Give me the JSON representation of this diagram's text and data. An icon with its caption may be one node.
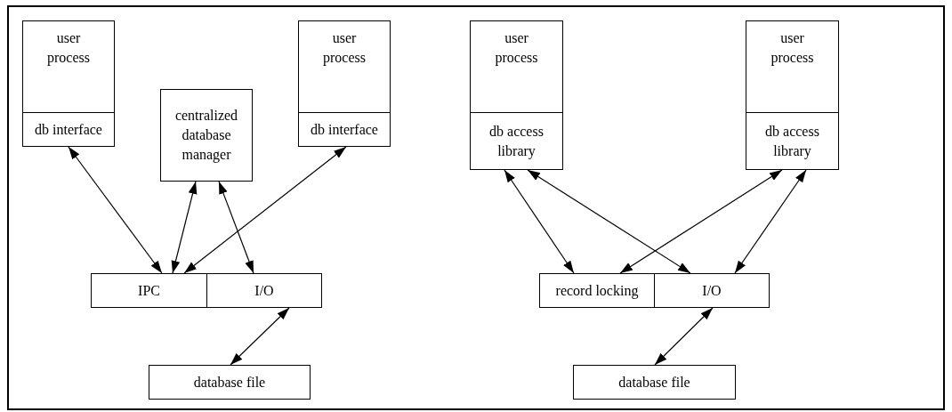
{
  "diagram": {
    "nodes": [
      {
        "text": [
          "user process"
        ]
      },
      {
        "text": [
          "db interface"
        ],
        "in": 0
      },
      {
        "text": [
          "centralized database manager"
        ]
      },
      {
        "text": [
          "user process"
        ]
      },
      {
        "text": [
          "db interface"
        ],
        "in": 3
      },
      {
        "text": [
          "IPC"
        ]
      },
      {
        "text": [
          "I/O"
        ]
      },
      {
        "text": [
          "database file"
        ]
      },
      {
        "text": [
          "user process"
        ]
      },
      {
        "text": [
          "db access library"
        ],
        "in": 8
      },
      {
        "text": [
          "user process"
        ]
      },
      {
        "text": [
          "db access library"
        ],
        "in": 10
      },
      {
        "text": [
          "record locking"
        ]
      },
      {
        "text": [
          "I/O"
        ]
      },
      {
        "text": [
          "database file"
        ]
      }
    ],
    "edges": [
      {
        "from": 1,
        "to": 5,
        "arrow": "both"
      },
      {
        "from": 2,
        "to": 5,
        "arrow": "both"
      },
      {
        "from": 2,
        "to": 6,
        "arrow": "both"
      },
      {
        "from": 4,
        "to": 5,
        "arrow": "both"
      },
      {
        "from": 7,
        "to": 6,
        "arrow": "both"
      },
      {
        "from": 9,
        "to": 12,
        "arrow": "both"
      },
      {
        "from": 9,
        "to": 13,
        "arrow": "both"
      },
      {
        "from": 11,
        "to": 12,
        "arrow": "both"
      },
      {
        "from": 11,
        "to": 13,
        "arrow": "both"
      },
      {
        "from": 14,
        "to": 13,
        "arrow": "both"
      }
    ]
  }
}
